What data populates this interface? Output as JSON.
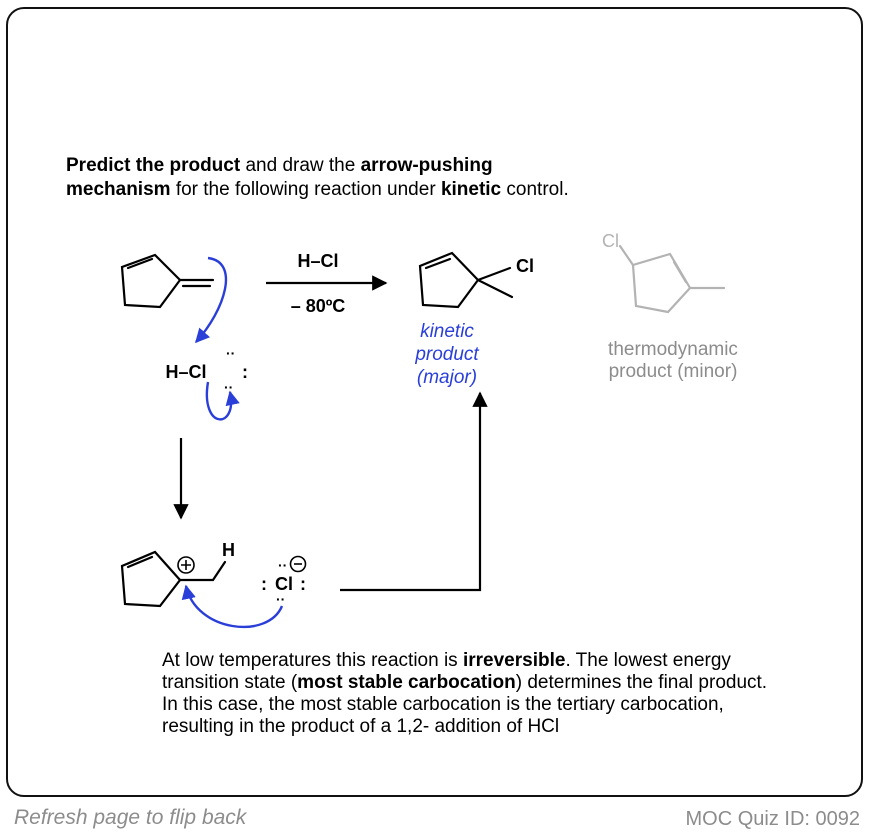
{
  "question": {
    "p1": "Predict the product",
    "p2": " and draw the ",
    "p3": "arrow-pushing",
    "p4": "mechanism",
    "p5": " for the following reaction under ",
    "p6": "kinetic",
    "p7": " control."
  },
  "reagent": {
    "top": "H–Cl",
    "bottom": "– 80ºC"
  },
  "hcl_reactant": "H–Cl",
  "cl_atom": "Cl",
  "cl_anion": "Cl",
  "h_atom": "H",
  "kinetic_label": [
    "kinetic",
    "product",
    "(major)"
  ],
  "thermo_label": [
    "thermodynamic",
    "product (minor)"
  ],
  "explanation": {
    "e1": "At low temperatures this reaction is ",
    "e2": "irreversible",
    "e3": ". The lowest energy transition state (",
    "e4": "most stable carbocation",
    "e5": ") determines the final product. In this case, the most stable carbocation is the tertiary carbocation, resulting in the product of a 1,2- addition of HCl"
  },
  "footer": {
    "left": "Refresh page to flip back",
    "right": "MOC Quiz ID: 0092"
  },
  "colors": {
    "arrow_blue": "#2a3fd8",
    "gray": "#b3b3b3",
    "black": "#000000"
  }
}
